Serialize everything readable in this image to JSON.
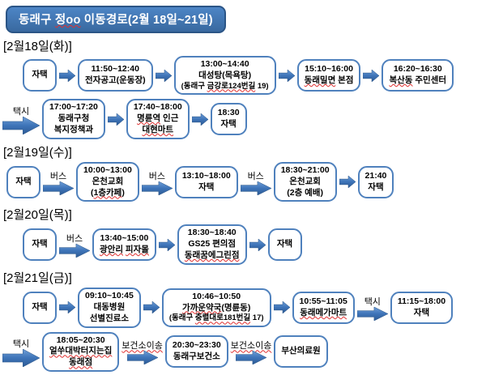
{
  "title": {
    "segments": [
      [
        "동래구 ",
        0
      ],
      [
        "정oo",
        1
      ],
      [
        " 이동경로(2월 18일~21일)",
        0
      ]
    ]
  },
  "colors": {
    "title_bg": "#3e74b8",
    "title_border": "#2b5586",
    "box_border": "#4f81bd",
    "arrow_fill_top": "#6f9fd8",
    "arrow_fill_mid": "#3e74b8",
    "arrow_fill_bottom": "#2d5a94",
    "arrow_stroke": "#2b5586",
    "spellcheck_red": "#e03030"
  },
  "sections": [
    {
      "date": "[2월18일(화)]",
      "rows": [
        [
          {
            "box": [
              [
                [
                  "자택",
                  0
                ]
              ]
            ]
          },
          {
            "arrow": true
          },
          {
            "box": [
              [
                [
                  "11:50~12:40",
                  0
                ]
              ],
              [
                [
                  "전자공고(운동장)",
                  0
                ]
              ]
            ]
          },
          {
            "arrow": true
          },
          {
            "box": [
              [
                [
                  "13:00~14:40",
                  0
                ]
              ],
              [
                [
                  "대성탕(목욕탕)",
                  0
                ]
              ],
              [
                [
                  "(동래구 ",
                  0
                ],
                [
                  "금강로124번길",
                  1
                ],
                [
                  " 19)",
                  0
                ]
              ]
            ]
          },
          {
            "arrow": true
          },
          {
            "box": [
              [
                [
                  "15:10~16:00",
                  0
                ]
              ],
              [
                [
                  "동래밀면",
                  1
                ],
                [
                  " 본점",
                  0
                ]
              ]
            ]
          },
          {
            "arrow": true
          },
          {
            "box": [
              [
                [
                  "16:20~16:30",
                  0
                ]
              ],
              [
                [
                  "복산동",
                  1
                ],
                [
                  " 주민센터",
                  0
                ]
              ]
            ]
          }
        ],
        [
          {
            "arrow": true,
            "label": "택시",
            "lead": true
          },
          {
            "box": [
              [
                [
                  "17:00~17:20",
                  0
                ]
              ],
              [
                [
                  "동래구청",
                  0
                ]
              ],
              [
                [
                  "복지정책과",
                  0
                ]
              ]
            ]
          },
          {
            "arrow": true
          },
          {
            "box": [
              [
                [
                  "17:40~18:00",
                  0
                ]
              ],
              [
                [
                  "명륜역",
                  1
                ],
                [
                  " 인근",
                  0
                ]
              ],
              [
                [
                  "대현마트",
                  1
                ]
              ]
            ]
          },
          {
            "arrow": true
          },
          {
            "box": [
              [
                [
                  "18:30",
                  0
                ]
              ],
              [
                [
                  "자택",
                  0
                ]
              ]
            ]
          }
        ]
      ]
    },
    {
      "date": "[2월19일(수)]",
      "rows": [
        [
          {
            "box": [
              [
                [
                  "자택",
                  0
                ]
              ]
            ]
          },
          {
            "arrow": true,
            "label": "버스"
          },
          {
            "box": [
              [
                [
                  "10:00~13:00",
                  0
                ]
              ],
              [
                [
                  "온천교회",
                  0
                ]
              ],
              [
                [
                  "(",
                  0
                ],
                [
                  "1층카페",
                  1
                ],
                [
                  ")",
                  0
                ]
              ]
            ]
          },
          {
            "arrow": true,
            "label": "버스"
          },
          {
            "box": [
              [
                [
                  "13:10~18:00",
                  0
                ]
              ],
              [
                [
                  "자택",
                  0
                ]
              ]
            ]
          },
          {
            "arrow": true,
            "label": "버스"
          },
          {
            "box": [
              [
                [
                  "18:30~21:00",
                  0
                ]
              ],
              [
                [
                  "온천교회",
                  0
                ]
              ],
              [
                [
                  "(2층 예배)",
                  0
                ]
              ]
            ]
          },
          {
            "arrow": true
          },
          {
            "box": [
              [
                [
                  "21:40",
                  0
                ]
              ],
              [
                [
                  "자택",
                  0
                ]
              ]
            ]
          }
        ]
      ]
    },
    {
      "date": "[2월20일(목)]",
      "rows": [
        [
          {
            "box": [
              [
                [
                  "자택",
                  0
                ]
              ]
            ]
          },
          {
            "arrow": true,
            "label": "버스"
          },
          {
            "box": [
              [
                [
                  "13:40~15:00",
                  0
                ]
              ],
              [
                [
                  "광안리",
                  1
                ],
                [
                  " ",
                  0
                ],
                [
                  "피자몰",
                  1
                ]
              ]
            ]
          },
          {
            "arrow": true
          },
          {
            "box": [
              [
                [
                  "18:30~18:40",
                  0
                ]
              ],
              [
                [
                  "GS25 편의점",
                  0
                ]
              ],
              [
                [
                  "동래꿈에그린점",
                  1
                ]
              ]
            ]
          },
          {
            "arrow": true
          },
          {
            "box": [
              [
                [
                  "자택",
                  0
                ]
              ]
            ]
          }
        ]
      ]
    },
    {
      "date": "[2월21일(금)]",
      "rows": [
        [
          {
            "box": [
              [
                [
                  "자택",
                  0
                ]
              ]
            ]
          },
          {
            "arrow": true
          },
          {
            "box": [
              [
                [
                  "09:10~10:45",
                  0
                ]
              ],
              [
                [
                  "대동병원",
                  0
                ]
              ],
              [
                [
                  "선별진료소",
                  0
                ]
              ]
            ]
          },
          {
            "arrow": true
          },
          {
            "box": [
              [
                [
                  "10:46~10:50",
                  0
                ]
              ],
              [
                [
                  "가까운약국",
                  1
                ],
                [
                  "(명륜동)",
                  0
                ]
              ],
              [
                [
                  "(동래구 ",
                  0
                ],
                [
                  "충렬대로181번길",
                  1
                ],
                [
                  " 17)",
                  0
                ]
              ]
            ]
          },
          {
            "arrow": true
          },
          {
            "box": [
              [
                [
                  "10:55~11:05",
                  0
                ]
              ],
              [
                [
                  "동래메가마트",
                  1
                ]
              ]
            ]
          },
          {
            "arrow": true,
            "label": "택시"
          },
          {
            "box": [
              [
                [
                  "11:15~18:00",
                  0
                ]
              ],
              [
                [
                  "자택",
                  0
                ]
              ]
            ]
          }
        ],
        [
          {
            "arrow": true,
            "label": "택시",
            "lead": true
          },
          {
            "box": [
              [
                [
                  "18:05~20:30",
                  0
                ]
              ],
              [
                [
                  "얼쑤대박터지는집",
                  1
                ]
              ],
              [
                [
                  "동래점",
                  1
                ]
              ]
            ]
          },
          {
            "arrow": true,
            "label": "보건소이송",
            "label_marked": true
          },
          {
            "box": [
              [
                [
                  "20:30~23:30",
                  0
                ]
              ],
              [
                [
                  "동래구보건소",
                  0
                ]
              ]
            ]
          },
          {
            "arrow": true,
            "label": "보건소이송",
            "label_marked": true
          },
          {
            "box": [
              [
                [
                  "부산의료원",
                  0
                ]
              ]
            ]
          }
        ]
      ]
    }
  ]
}
